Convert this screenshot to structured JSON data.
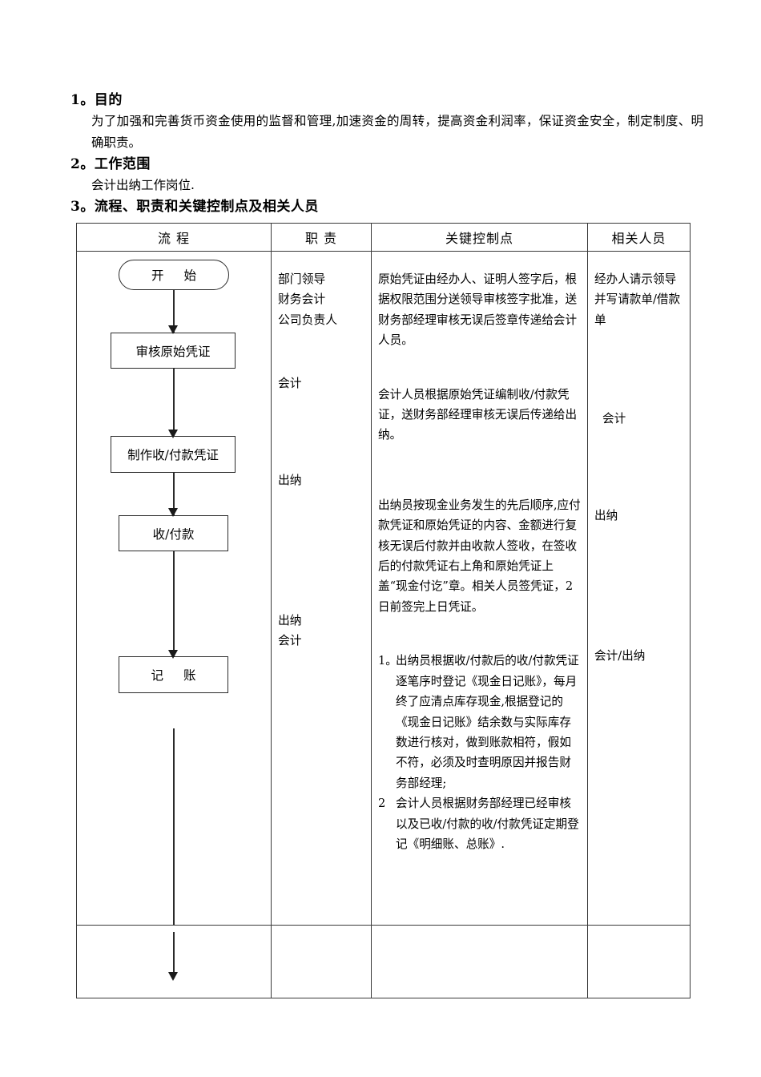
{
  "document": {
    "sections": [
      {
        "number": "1。",
        "heading": "目的",
        "body": "为了加强和完善货币资金使用的监督和管理,加速资金的周转，提高资金利润率，保证资金安全，制定制度、明确职责。"
      },
      {
        "number": "2。",
        "heading": "工作范围",
        "body": "会计出纳工作岗位."
      },
      {
        "number": "3。",
        "heading": "流程、职责和关键控制点及相关人员",
        "body": ""
      }
    ]
  },
  "table": {
    "headers": {
      "flow": "流  程",
      "duty": "职  责",
      "control": "关键控制点",
      "staff": "相关人员"
    },
    "flowchart": {
      "nodes": [
        {
          "id": "start",
          "label": "开    始",
          "shape": "terminator"
        },
        {
          "id": "audit",
          "label": "审核原始凭证",
          "shape": "process"
        },
        {
          "id": "voucher",
          "label": "制作收/付款凭证",
          "shape": "process"
        },
        {
          "id": "payment",
          "label": "收/付款",
          "shape": "process"
        },
        {
          "id": "bookkeeping",
          "label": "记    账",
          "shape": "process"
        }
      ]
    },
    "rows": [
      {
        "duty": [
          "部门领导",
          "财务会计",
          "公司负责人"
        ],
        "control": "原始凭证由经办人、证明人签字后，根据权限范围分送领导审核签字批准，送财务部经理审核无误后签章传递给会计人员。",
        "staff": "经办人请示领导并写请款单/借款单"
      },
      {
        "duty": [
          "会计"
        ],
        "control": "会计人员根据原始凭证编制收/付款凭证，送财务部经理审核无误后传递给出纳。",
        "staff": "会计"
      },
      {
        "duty": [
          "出纳"
        ],
        "control": "出纳员按现金业务发生的先后顺序,应付款凭证和原始凭证的内容、金额进行复核无误后付款并由收款人签收，在签收后的付款凭证右上角和原始凭证上盖“现金付讫”章。相关人员签凭证，2 日前签完上日凭证。",
        "staff": "出纳"
      },
      {
        "duty": [
          "出纳",
          "会计"
        ],
        "control_items": [
          {
            "marker": "1。",
            "text": "出纳员根据收/付款后的收/付款凭证逐笔序时登记《现金日记账》，每月终了应清点库存现金,根据登记的《现金日记账》结余数与实际库存数进行核对，做到账款相符，假如不符，必须及时查明原因并报告财务部经理;"
          },
          {
            "marker": "2",
            "text": "会计人员根据财务部经理已经审核以及已收/付款的收/付款凭证定期登记《明细账、总账》."
          }
        ],
        "staff": "会计/出纳"
      }
    ]
  }
}
